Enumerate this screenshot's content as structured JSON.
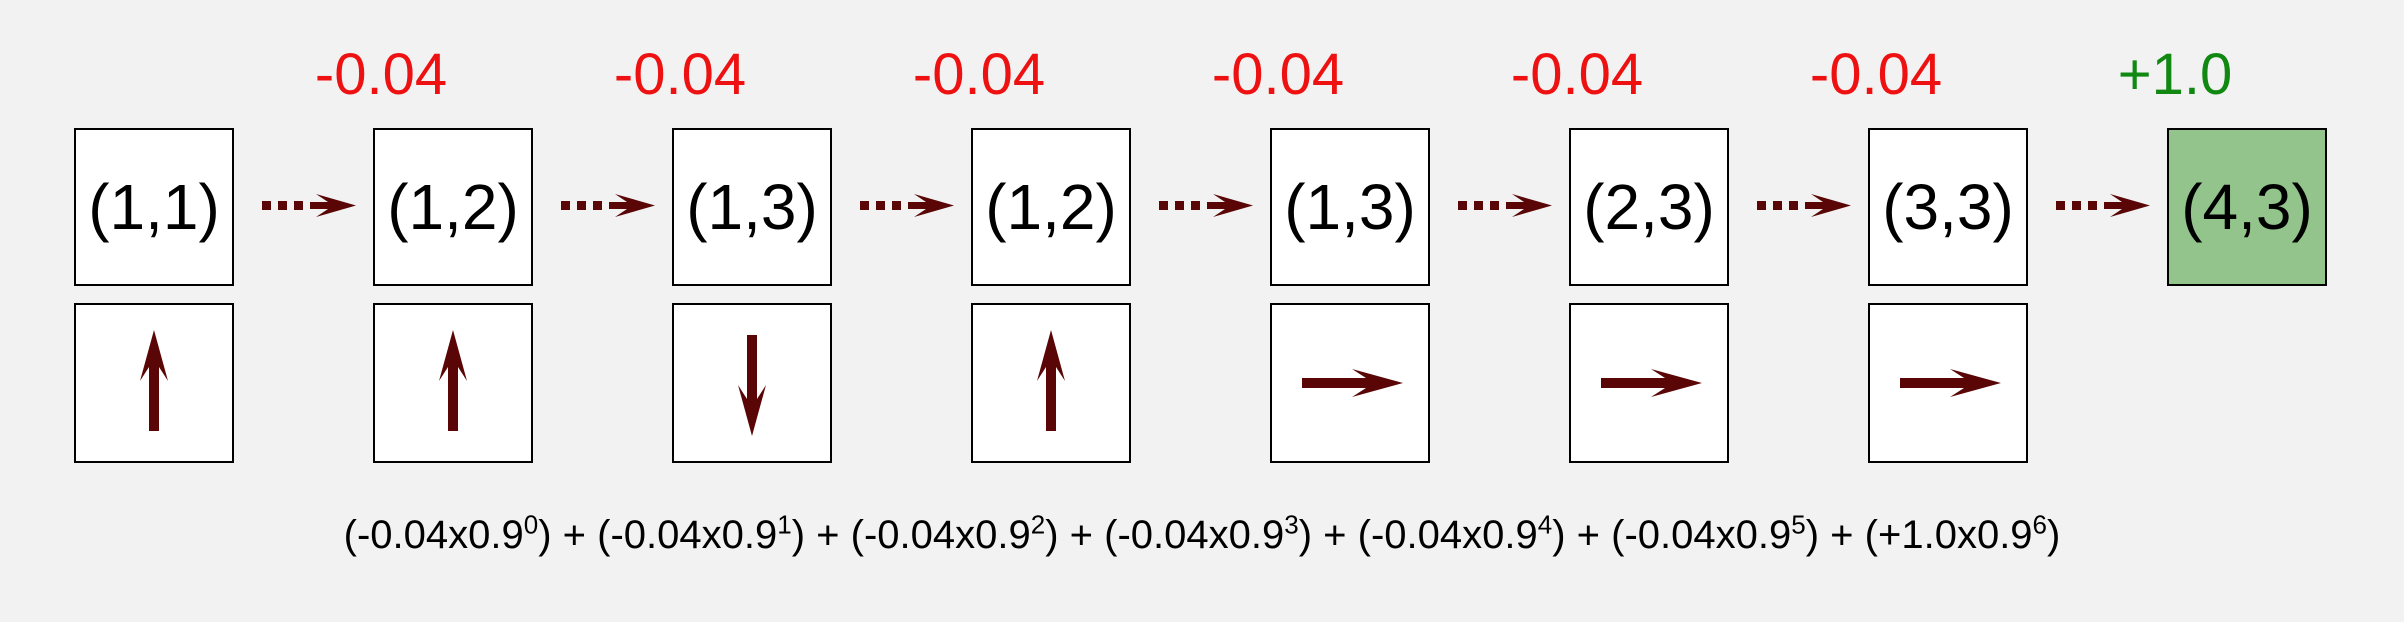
{
  "colors": {
    "background": "#f2f2f2",
    "penalty": "#ee1111",
    "goal_reward": "#118811",
    "arrow": "#5a0606",
    "terminal_fill": "#93c48c"
  },
  "rewards": [
    "-0.04",
    "-0.04",
    "-0.04",
    "-0.04",
    "-0.04",
    "-0.04",
    "+1.0"
  ],
  "states": [
    "(1,1)",
    "(1,2)",
    "(1,3)",
    "(1,2)",
    "(1,3)",
    "(2,3)",
    "(3,3)",
    "(4,3)"
  ],
  "actions": [
    "up",
    "up",
    "down",
    "up",
    "right",
    "right",
    "right"
  ],
  "connector_icon": "dotted-arrow-right-icon",
  "formula": [
    {
      "base": "(-0.04x0.9",
      "exp": "0",
      "close": ")"
    },
    {
      "op": " + "
    },
    {
      "base": "(-0.04x0.9",
      "exp": "1",
      "close": ")"
    },
    {
      "op": " + "
    },
    {
      "base": "(-0.04x0.9",
      "exp": "2",
      "close": ")"
    },
    {
      "op": " + "
    },
    {
      "base": "(-0.04x0.9",
      "exp": "3",
      "close": ")"
    },
    {
      "op": " + "
    },
    {
      "base": "(-0.04x0.9",
      "exp": "4",
      "close": ")"
    },
    {
      "op": " + "
    },
    {
      "base": "(-0.04x0.9",
      "exp": "5",
      "close": ")"
    },
    {
      "op": " + "
    },
    {
      "base": "(+1.0x0.9",
      "exp": "6",
      "close": ")"
    }
  ]
}
